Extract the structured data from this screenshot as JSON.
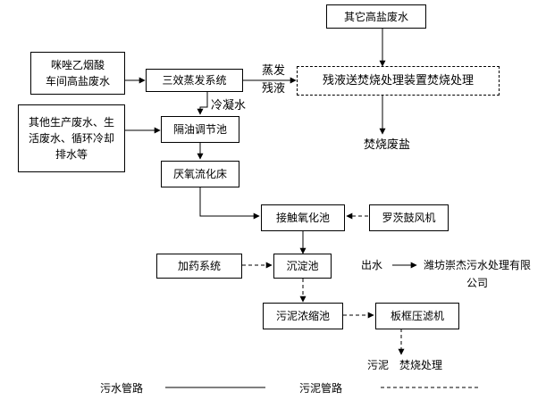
{
  "nodes": {
    "other_high_salt": "其它高盐废水",
    "mizuo_wastewater": [
      "咪唑乙烟酸",
      "车间高盐废水"
    ],
    "triple_evaporator": "三效蒸发系统",
    "incineration_device": "残液送焚烧处理装置焚烧处理",
    "other_wastewater": [
      "其他生产废水、生",
      "活废水、循环冷却",
      "排水等"
    ],
    "oil_separation_tank": "隔油调节池",
    "anaerobic_bed": "厌氧流化床",
    "contact_oxidation": "接触氧化池",
    "roots_blower": "罗茨鼓风机",
    "dosing_system": "加药系统",
    "sedimentation_tank": "沉淀池",
    "sludge_thickener": "污泥浓缩池",
    "filter_press": "板框压滤机"
  },
  "labels": {
    "evaporation": "蒸发",
    "residual": "残液",
    "condensate": "冷凝水",
    "incinerated_salt": "焚烧废盐",
    "effluent": "出水",
    "company": [
      "潍坊崇杰污水处理有限",
      "公司"
    ],
    "sludge": "污泥",
    "incineration": "焚烧处理"
  },
  "legend": {
    "wastewater_pipe": "污水管路",
    "sludge_pipe": "污泥管路"
  }
}
